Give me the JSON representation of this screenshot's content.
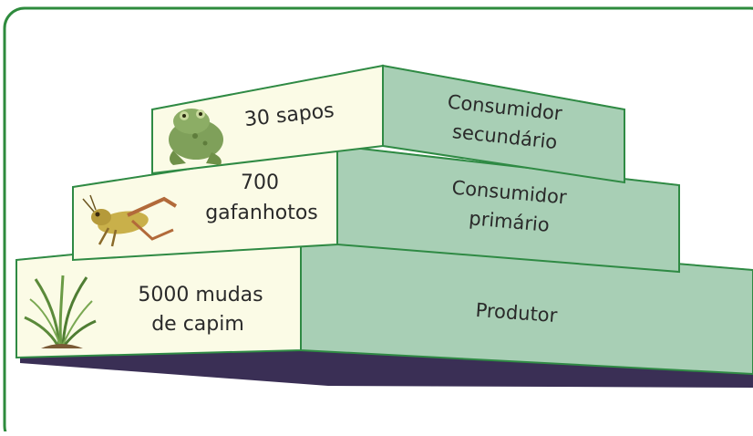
{
  "pyramid": {
    "levels": [
      {
        "id": "top",
        "left_text": [
          "30 sapos"
        ],
        "right_text": [
          "Consumidor",
          "secundário"
        ],
        "organism_icon": "frog-icon"
      },
      {
        "id": "middle",
        "left_text": [
          "700",
          "gafanhotos"
        ],
        "right_text": [
          "Consumidor",
          "primário"
        ],
        "organism_icon": "grasshopper-icon"
      },
      {
        "id": "bottom",
        "left_text": [
          "5000 mudas",
          "de capim"
        ],
        "right_text": [
          "Produtor"
        ],
        "organism_icon": "grass-icon"
      }
    ]
  },
  "colors": {
    "frame_border": "#2e8b3d",
    "front_face": "#fbfbe6",
    "side_face": "#a8cfb5",
    "top_face": "#d7e8d9",
    "edge_line": "#2f8a44",
    "shadow": "#3a2f55"
  }
}
